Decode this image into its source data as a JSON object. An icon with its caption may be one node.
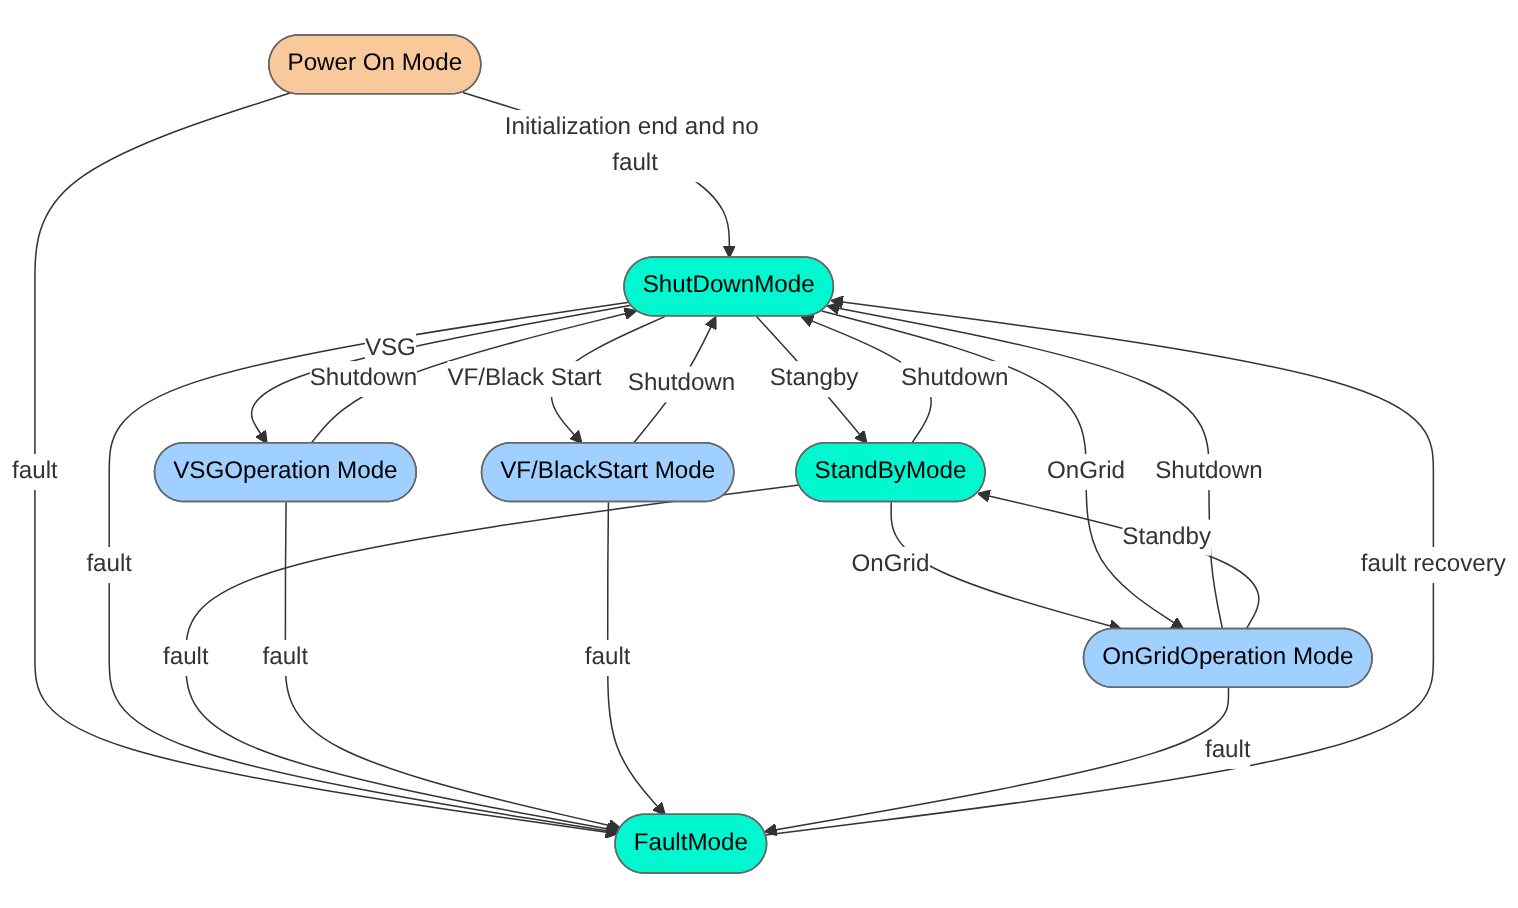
{
  "diagram": {
    "nodes": [
      {
        "text": [
          "Power On Mode"
        ]
      },
      {
        "text": [
          "ShutDownMode"
        ]
      },
      {
        "text": [
          "FaultMode"
        ]
      },
      {
        "text": [
          "StandByMode"
        ]
      },
      {
        "text": [
          "VSGOperation Mode"
        ]
      },
      {
        "text": [
          "VF/BlackStart Mode"
        ]
      },
      {
        "text": [
          "OnGridOperation Mode"
        ]
      }
    ],
    "edges": [
      {
        "from": 0,
        "to": 1,
        "arrow": "to",
        "label": "Initialization end and no fault"
      },
      {
        "from": 0,
        "to": 2,
        "arrow": "to",
        "label": "fault"
      },
      {
        "from": 3,
        "to": 1,
        "arrow": "to",
        "label": "Shutdown"
      },
      {
        "from": 1,
        "to": 3,
        "arrow": "to",
        "label": "Stangby"
      },
      {
        "from": 1,
        "to": 2,
        "arrow": "to",
        "label": "fault"
      },
      {
        "from": 2,
        "to": 1,
        "arrow": "to",
        "label": "fault recovery"
      },
      {
        "from": 3,
        "to": 2,
        "arrow": "to",
        "label": "fault"
      },
      {
        "from": 6,
        "to": 1,
        "arrow": "to",
        "label": "Shutdown"
      },
      {
        "from": 5,
        "to": 1,
        "arrow": "to",
        "label": "Shutdown"
      },
      {
        "from": 4,
        "to": 1,
        "arrow": "to",
        "label": "Shutdown"
      },
      {
        "from": 1,
        "to": 4,
        "arrow": "to",
        "label": "VSG"
      },
      {
        "from": 4,
        "to": 2,
        "arrow": "to",
        "label": "fault"
      },
      {
        "from": 5,
        "to": 2,
        "arrow": "to",
        "label": "fault"
      },
      {
        "from": 6,
        "to": 2,
        "arrow": "to",
        "label": "fault"
      },
      {
        "from": 3,
        "to": 6,
        "arrow": "to",
        "label": "OnGrid"
      },
      {
        "from": 6,
        "to": 3,
        "arrow": "to",
        "label": "Standby"
      },
      {
        "from": 1,
        "to": 5,
        "arrow": "to",
        "label": "VF/Black Start"
      },
      {
        "from": 1,
        "to": 6,
        "arrow": "to",
        "label": "OnGrid"
      }
    ]
  }
}
